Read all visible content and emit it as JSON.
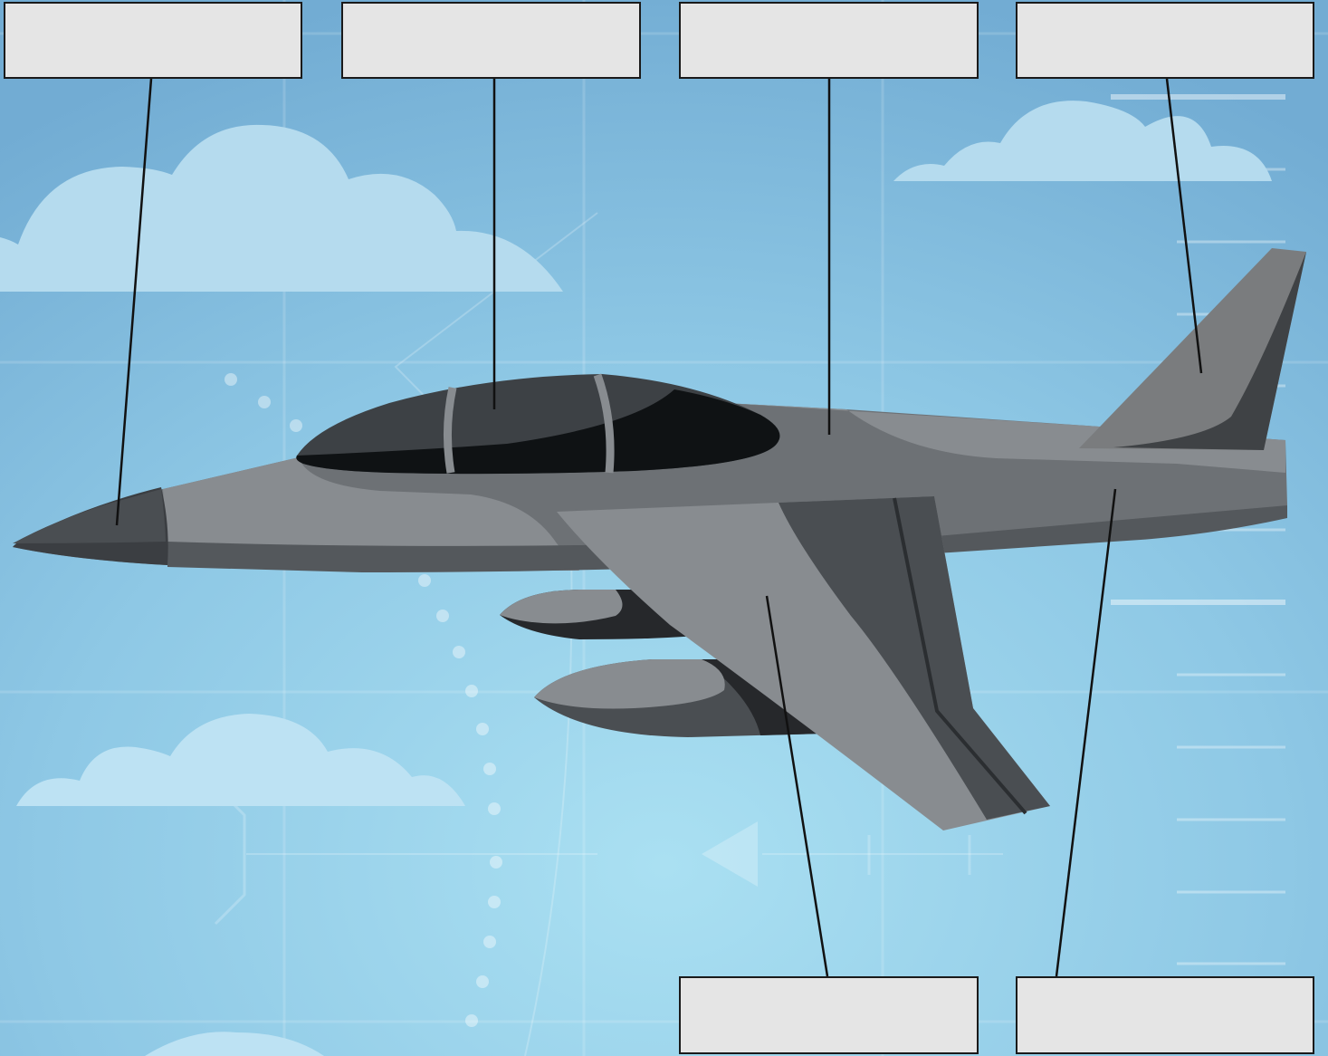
{
  "diagram": {
    "labels": [
      {
        "id": "box-1",
        "text": "",
        "points_to": "nose-cone"
      },
      {
        "id": "box-2",
        "text": "",
        "points_to": "cockpit-canopy"
      },
      {
        "id": "box-3",
        "text": "",
        "points_to": "fuselage"
      },
      {
        "id": "box-4",
        "text": "",
        "points_to": "vertical-stabilizer"
      },
      {
        "id": "box-5",
        "text": "",
        "points_to": "wing"
      },
      {
        "id": "box-6",
        "text": "",
        "points_to": "tail-section"
      }
    ]
  },
  "colors": {
    "sky_top": "#72acd3",
    "sky_bottom": "#a6dcf0",
    "cloud": "#b5dbee",
    "hull_light": "#888c90",
    "hull_mid": "#6d7175",
    "hull_dark": "#4a4e52",
    "canopy": "#3d4145",
    "canopy_dark": "#0f1214",
    "label_fill": "#e5e5e5",
    "leader_line": "#111111"
  }
}
